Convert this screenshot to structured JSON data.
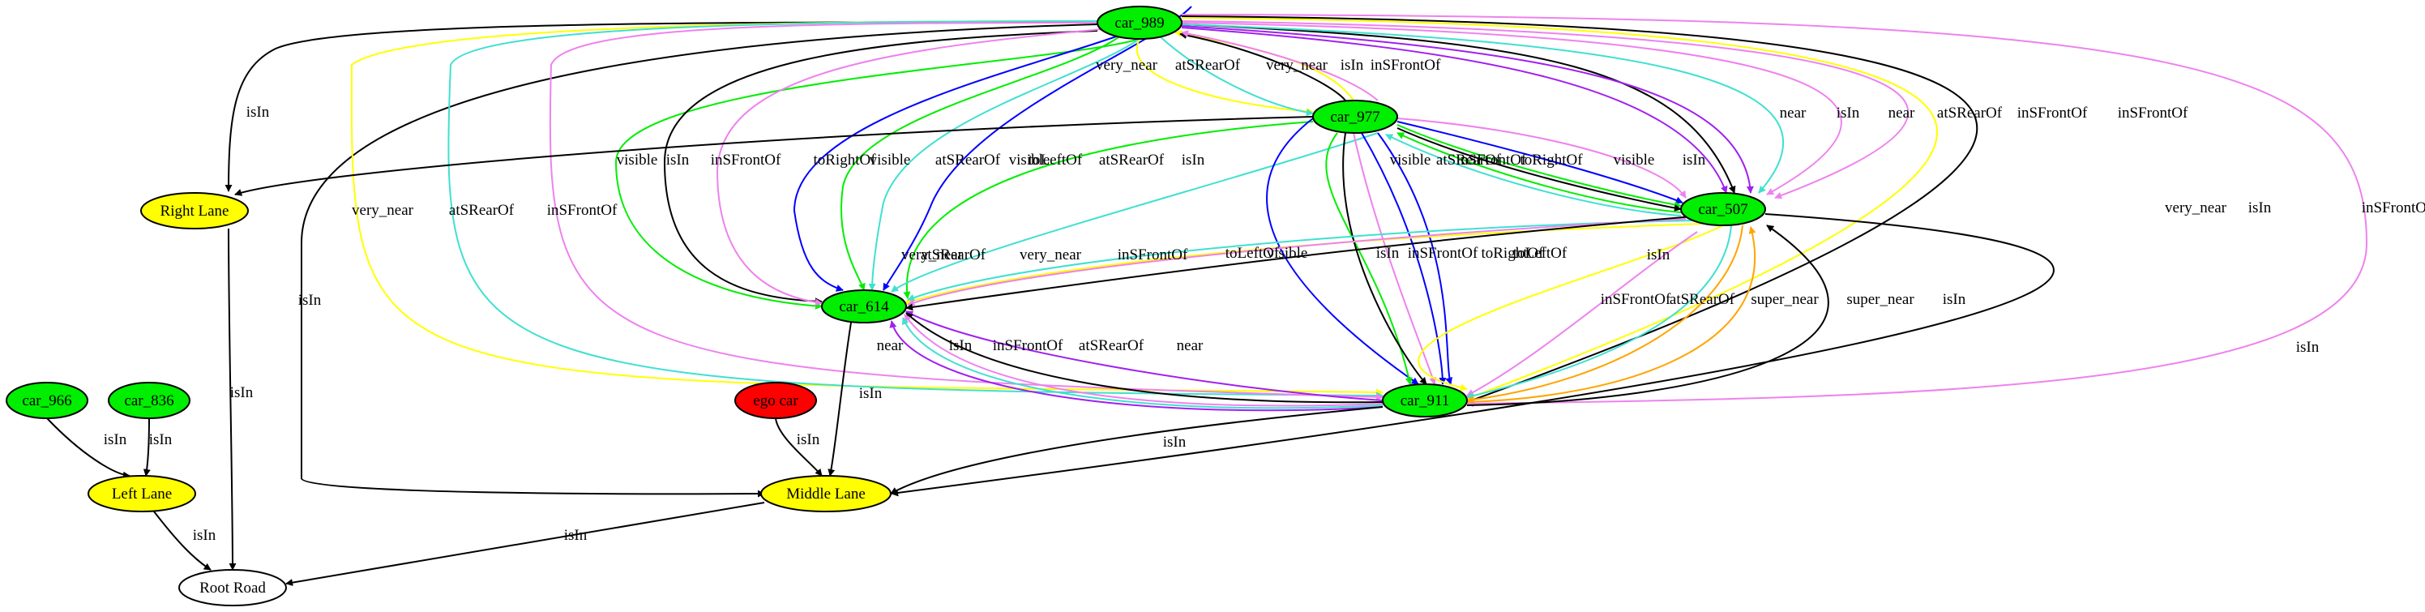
{
  "colors": {
    "car": "#00ee00",
    "ego": "#ff0000",
    "lane": "#ffff00",
    "road": "#ffffff",
    "edge": {
      "isIn": "#000000",
      "near": "#a020f0",
      "super_near": "#ffa500",
      "very_near": "#ffff00",
      "inSFrontOf": "#ee82ee",
      "atSRearOf": "#40e0d0",
      "toLeftOf": "#0000ff",
      "toRightOf": "#0000ff",
      "visible": "#00ee00"
    }
  },
  "nodes": [
    {
      "id": "car_989",
      "label": "car_989",
      "kind": "car"
    },
    {
      "id": "car_977",
      "label": "car_977",
      "kind": "car"
    },
    {
      "id": "car_507",
      "label": "car_507",
      "kind": "car"
    },
    {
      "id": "car_614",
      "label": "car_614",
      "kind": "car"
    },
    {
      "id": "car_911",
      "label": "car_911",
      "kind": "car"
    },
    {
      "id": "car_966",
      "label": "car_966",
      "kind": "car"
    },
    {
      "id": "car_836",
      "label": "car_836",
      "kind": "car"
    },
    {
      "id": "ego_car",
      "label": "ego car",
      "kind": "ego"
    },
    {
      "id": "right_lane",
      "label": "Right Lane",
      "kind": "lane"
    },
    {
      "id": "left_lane",
      "label": "Left Lane",
      "kind": "lane"
    },
    {
      "id": "middle_lane",
      "label": "Middle Lane",
      "kind": "lane"
    },
    {
      "id": "root_road",
      "label": "Root Road",
      "kind": "road"
    }
  ],
  "edges": [
    {
      "label": "isIn",
      "rel": "isIn"
    },
    {
      "label": "isIn",
      "rel": "isIn"
    },
    {
      "label": "very_near",
      "rel": "very_near"
    },
    {
      "label": "atSRearOf",
      "rel": "atSRearOf"
    },
    {
      "label": "inSFrontOf",
      "rel": "inSFrontOf"
    },
    {
      "label": "visible",
      "rel": "visible"
    },
    {
      "label": "isIn",
      "rel": "isIn"
    },
    {
      "label": "inSFrontOf",
      "rel": "inSFrontOf"
    },
    {
      "label": "toRightOf",
      "rel": "toRightOf"
    },
    {
      "label": "visible",
      "rel": "visible"
    },
    {
      "label": "atSRearOf",
      "rel": "atSRearOf"
    },
    {
      "label": "toLeftOf",
      "rel": "toLeftOf"
    },
    {
      "label": "very_near",
      "rel": "very_near"
    },
    {
      "label": "atSRearOf",
      "rel": "atSRearOf"
    },
    {
      "label": "very_near",
      "rel": "very_near"
    },
    {
      "label": "isIn",
      "rel": "isIn"
    },
    {
      "label": "inSFrontOf",
      "rel": "inSFrontOf"
    },
    {
      "label": "near",
      "rel": "near"
    },
    {
      "label": "isIn",
      "rel": "isIn"
    },
    {
      "label": "near",
      "rel": "near"
    },
    {
      "label": "atSRearOf",
      "rel": "atSRearOf"
    },
    {
      "label": "inSFrontOf",
      "rel": "inSFrontOf"
    },
    {
      "label": "inSFrontOf",
      "rel": "inSFrontOf"
    },
    {
      "label": "very_near",
      "rel": "very_near"
    },
    {
      "label": "isIn",
      "rel": "isIn"
    },
    {
      "label": "inSFrontOf",
      "rel": "inSFrontOf"
    },
    {
      "label": "isIn",
      "rel": "isIn"
    },
    {
      "label": "visible",
      "rel": "visible"
    },
    {
      "label": "atSRearOf",
      "rel": "atSRearOf"
    },
    {
      "label": "toLeftOf",
      "rel": "toLeftOf"
    },
    {
      "label": "visible",
      "rel": "visible"
    },
    {
      "label": "isIn",
      "rel": "isIn"
    },
    {
      "label": "inSFrontOf",
      "rel": "inSFrontOf"
    },
    {
      "label": "toRightOf",
      "rel": "toRightOf"
    },
    {
      "label": "toLeftOf",
      "rel": "toLeftOf"
    },
    {
      "label": "inSFrontOf",
      "rel": "inSFrontOf"
    },
    {
      "label": "toRightOf",
      "rel": "toRightOf"
    },
    {
      "label": "visible",
      "rel": "visible"
    },
    {
      "label": "isIn",
      "rel": "isIn"
    },
    {
      "label": "visible",
      "rel": "visible"
    },
    {
      "label": "atSRearOf",
      "rel": "atSRearOf"
    },
    {
      "label": "very_near",
      "rel": "very_near"
    },
    {
      "label": "very_near",
      "rel": "very_near"
    },
    {
      "label": "atSRearOf",
      "rel": "atSRearOf"
    },
    {
      "label": "inSFrontOf",
      "rel": "inSFrontOf"
    },
    {
      "label": "isIn",
      "rel": "isIn"
    },
    {
      "label": "inSFrontOf",
      "rel": "inSFrontOf"
    },
    {
      "label": "atSRearOf",
      "rel": "atSRearOf"
    },
    {
      "label": "super_near",
      "rel": "super_near"
    },
    {
      "label": "super_near",
      "rel": "super_near"
    },
    {
      "label": "isIn",
      "rel": "isIn"
    },
    {
      "label": "isIn",
      "rel": "isIn"
    },
    {
      "label": "near",
      "rel": "near"
    },
    {
      "label": "isIn",
      "rel": "isIn"
    },
    {
      "label": "inSFrontOf",
      "rel": "inSFrontOf"
    },
    {
      "label": "atSRearOf",
      "rel": "atSRearOf"
    },
    {
      "label": "near",
      "rel": "near"
    },
    {
      "label": "isIn",
      "rel": "isIn"
    },
    {
      "label": "isIn",
      "rel": "isIn"
    },
    {
      "label": "isIn",
      "rel": "isIn"
    },
    {
      "label": "isIn",
      "rel": "isIn"
    },
    {
      "label": "isIn",
      "rel": "isIn"
    },
    {
      "label": "isIn",
      "rel": "isIn"
    },
    {
      "label": "isIn",
      "rel": "isIn"
    },
    {
      "label": "isIn",
      "rel": "isIn"
    }
  ]
}
